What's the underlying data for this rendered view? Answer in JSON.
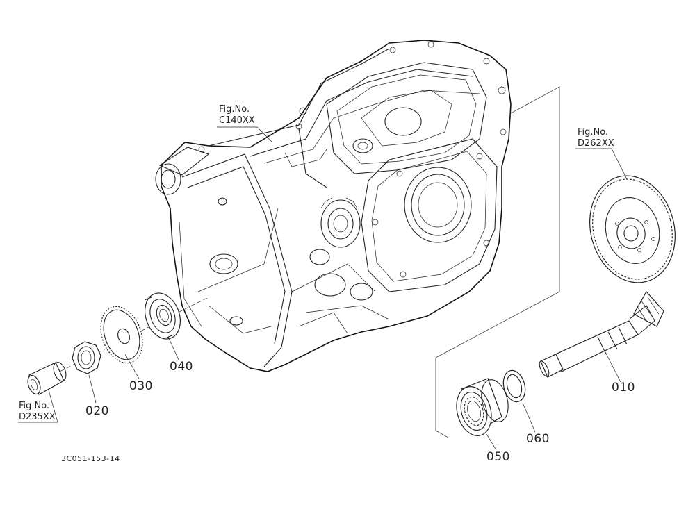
{
  "figure_refs": [
    {
      "line1": "Fig.No.",
      "line2": "C140XX"
    },
    {
      "line1": "Fig.No.",
      "line2": "D262XX"
    },
    {
      "line1": "Fig.No.",
      "line2": "D235XX"
    }
  ],
  "parts": [
    "010",
    "020",
    "030",
    "040",
    "050",
    "060"
  ],
  "drawing_ref": "3C051-153-14"
}
